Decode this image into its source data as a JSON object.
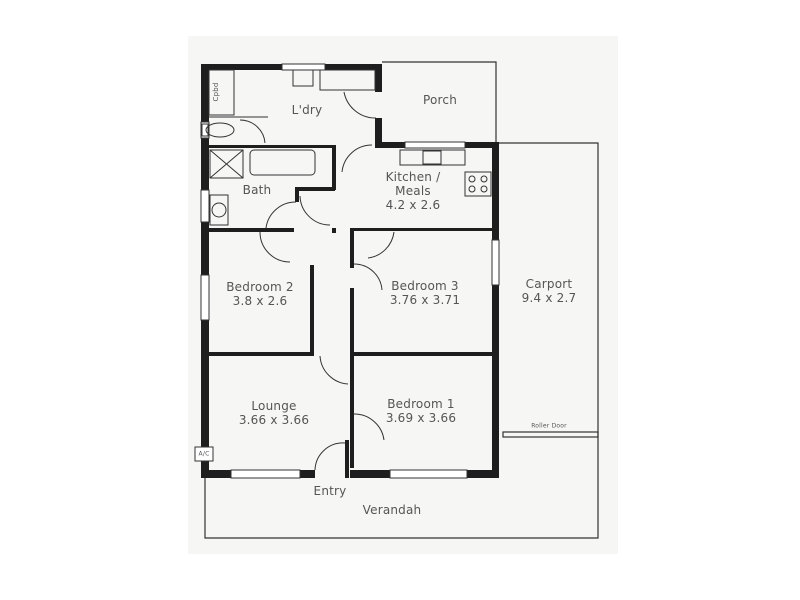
{
  "diagram": {
    "type": "floor-plan",
    "rooms": [
      {
        "id": "cpbd",
        "name": "Cpbd",
        "dimensions": ""
      },
      {
        "id": "laundry",
        "name": "L'dry",
        "dimensions": ""
      },
      {
        "id": "porch",
        "name": "Porch",
        "dimensions": ""
      },
      {
        "id": "bath",
        "name": "Bath",
        "dimensions": ""
      },
      {
        "id": "kitchen",
        "name": "Kitchen /",
        "name2": "Meals",
        "dimensions": "4.2 x 2.6"
      },
      {
        "id": "bedroom2",
        "name": "Bedroom 2",
        "dimensions": "3.8 x 2.6"
      },
      {
        "id": "bedroom3",
        "name": "Bedroom 3",
        "dimensions": "3.76 x 3.71"
      },
      {
        "id": "carport",
        "name": "Carport",
        "dimensions": "9.4 x 2.7"
      },
      {
        "id": "lounge",
        "name": "Lounge",
        "dimensions": "3.66 x 3.66"
      },
      {
        "id": "bedroom1",
        "name": "Bedroom 1",
        "dimensions": "3.69 x 3.66"
      },
      {
        "id": "entry",
        "name": "Entry",
        "dimensions": ""
      },
      {
        "id": "verandah",
        "name": "Verandah",
        "dimensions": ""
      }
    ],
    "annotations": {
      "roller_door": "Roller Door",
      "ac": "A/C"
    },
    "colors": {
      "wall": "#1e1e1e",
      "thin_line": "#333333",
      "text": "#555555",
      "paper": "#f6f6f4"
    }
  }
}
